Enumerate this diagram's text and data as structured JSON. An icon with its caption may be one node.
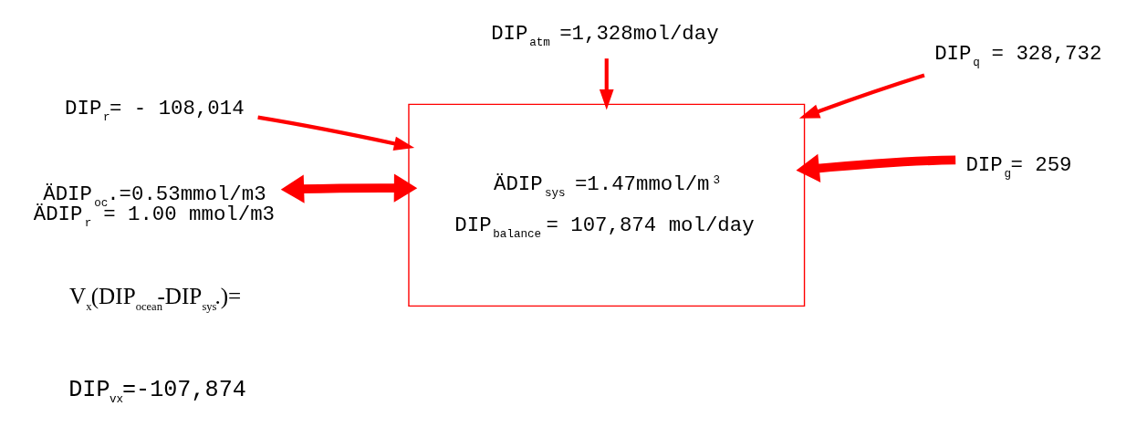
{
  "diagram": {
    "nodes": [
      {
        "text": [
          "DIP$_{atm}$ =1,328mol/day"
        ]
      },
      {
        "text": [
          "DIP$_{r}$= - 108,014"
        ]
      },
      {
        "text": [
          "ÄDIP$_{sys}$ =1.47mmol/m$^{3}$",
          "DIP$_{balance}$ = 107,874 mol/day"
        ]
      },
      {
        "text": [
          "DIP$_{q}$ = 328,732"
        ]
      },
      {
        "text": [
          "ÄDIP$_{oc}$.=0.53mmol/m3",
          "ÄDIP$_{r}$ = 1.00 mmol/m3"
        ]
      },
      {
        "text": [
          "DIP$_{g}$= 259"
        ]
      }
    ],
    "edges": [
      {
        "from": 0,
        "to": 2,
        "arrow": "to"
      },
      {
        "from": 1,
        "to": 2,
        "arrow": "to"
      },
      {
        "from": 3,
        "to": 2,
        "arrow": "to"
      },
      {
        "from": 4,
        "to": 2,
        "arrow": "both",
        "style": "thick"
      },
      {
        "from": 5,
        "to": 2,
        "arrow": "to",
        "style": "thick"
      }
    ],
    "labels": [
      "V$_{x}$(DIP$_{ocean}$-DIP$_{sys}$.)=",
      "DIP$_{vx}$=-107,874"
    ]
  }
}
